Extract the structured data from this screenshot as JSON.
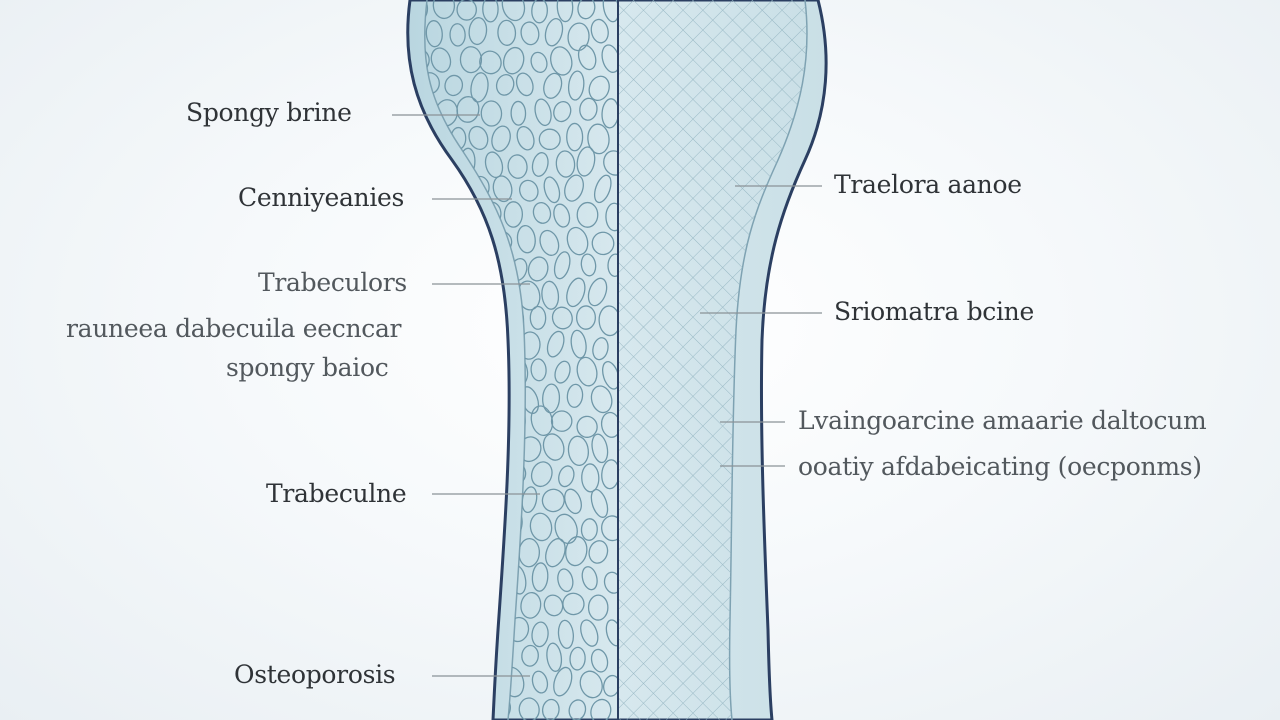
{
  "diagram": {
    "left_labels": [
      {
        "id": "spongy-bone",
        "text": "Spongy brine"
      },
      {
        "id": "cenuyeanies",
        "text": "Cenniyeanies"
      },
      {
        "id": "trabecullars",
        "text": "Trabeculors"
      },
      {
        "id": "trabecular-note-line1",
        "text": "rauneea dabecuila eecncar"
      },
      {
        "id": "trabecular-note-line2",
        "text": "spongy baioc"
      },
      {
        "id": "trabeculae",
        "text": "Trabeculne"
      },
      {
        "id": "osteoporosis",
        "text": "Osteoporosis"
      }
    ],
    "right_labels": [
      {
        "id": "trabecula-nonce",
        "text": "Traelora aanoe"
      },
      {
        "id": "sriomnara-bone",
        "text": "Sriomatra bcine"
      },
      {
        "id": "living-note-line1",
        "text": "Lvaingoarcine amaarie daltocum"
      },
      {
        "id": "living-note-line2",
        "text": "ooatiy afdabeicating (oecponms)"
      }
    ],
    "colors": {
      "background": "#f3f7f9",
      "bone_outline": "#2b3f62",
      "bone_fill": "#cfe3ea",
      "cell_stroke": "#6f97a8",
      "mesh_stroke": "#8fb1be",
      "leader_line": "#8a9297",
      "text": "#2f3337"
    }
  }
}
